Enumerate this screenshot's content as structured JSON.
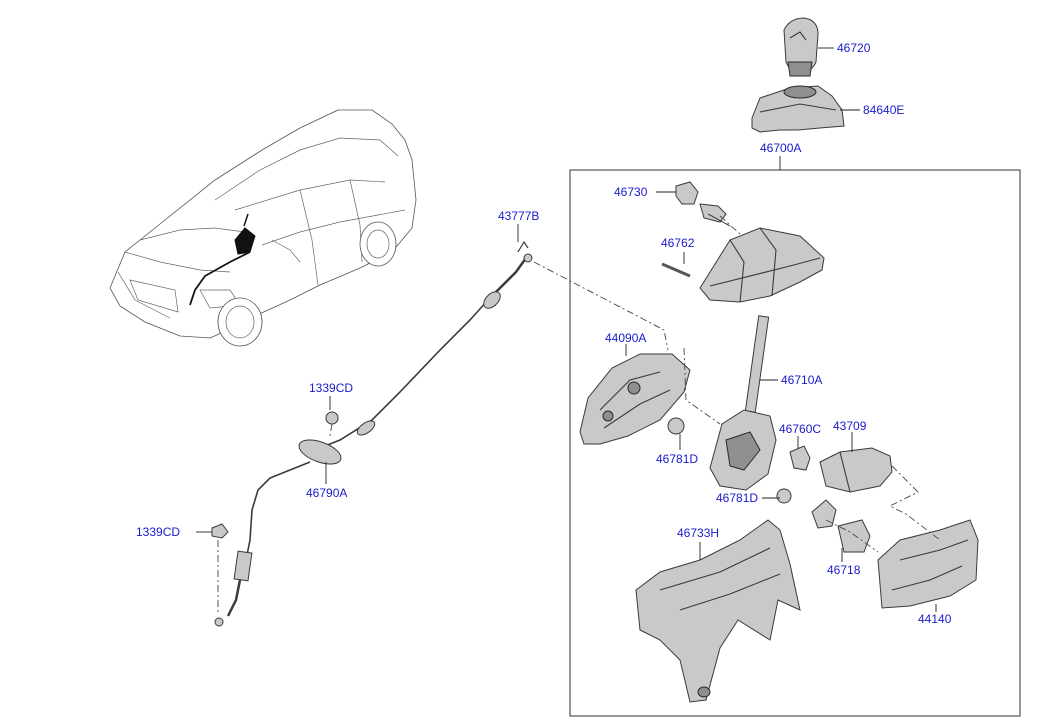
{
  "diagram": {
    "callouts": [
      {
        "id": "46720",
        "label": "46720"
      },
      {
        "id": "84640E",
        "label": "84640E"
      },
      {
        "id": "46700A",
        "label": "46700A"
      },
      {
        "id": "46730",
        "label": "46730"
      },
      {
        "id": "46762",
        "label": "46762"
      },
      {
        "id": "43777B",
        "label": "43777B"
      },
      {
        "id": "44090A",
        "label": "44090A"
      },
      {
        "id": "46710A",
        "label": "46710A"
      },
      {
        "id": "1339CD_top",
        "label": "1339CD"
      },
      {
        "id": "46760C",
        "label": "46760C"
      },
      {
        "id": "43709",
        "label": "43709"
      },
      {
        "id": "46781D_left",
        "label": "46781D"
      },
      {
        "id": "46781D_right",
        "label": "46781D"
      },
      {
        "id": "46790A",
        "label": "46790A"
      },
      {
        "id": "1339CD_bottom",
        "label": "1339CD"
      },
      {
        "id": "46733H",
        "label": "46733H"
      },
      {
        "id": "46718",
        "label": "46718"
      },
      {
        "id": "44140",
        "label": "44140"
      }
    ],
    "colors": {
      "callout_text": "#1a1acc",
      "part_fill": "#c9c9c9",
      "part_shadow": "#8f8f8f",
      "line": "#3a3a3a"
    }
  }
}
